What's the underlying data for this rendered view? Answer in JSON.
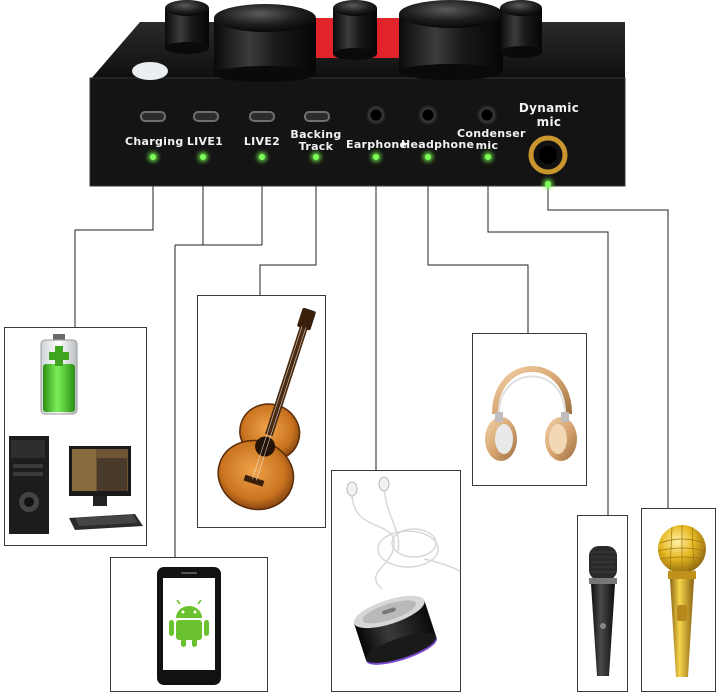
{
  "ports": {
    "charging": "Charging",
    "live1": "LIVE1",
    "live2": "LIVE2",
    "backing_line1": "Backing",
    "backing_line2": "Track",
    "earphone": "Earphone",
    "headphone": "Headphone",
    "condenser_line1": "Condenser",
    "condenser_line2": "mic",
    "dynamic_line1": "Dynamic",
    "dynamic_line2": "mic"
  },
  "colors": {
    "device_body": "#151515",
    "indicator_led": "#7dff5a",
    "accent_red": "#e0242a",
    "battery_green": "#4bcf2a",
    "android_green": "#69c22e",
    "guitar_wood": "#c9731f",
    "headphone_gold": "#d7a673",
    "mic_gold": "#e6b820"
  },
  "icons": [
    "battery-icon",
    "desktop-computer-icon",
    "android-phone-icon",
    "acoustic-guitar-icon",
    "earphones-icon",
    "bluetooth-speaker-icon",
    "headphones-icon",
    "dynamic-microphone-icon",
    "gold-microphone-icon"
  ]
}
